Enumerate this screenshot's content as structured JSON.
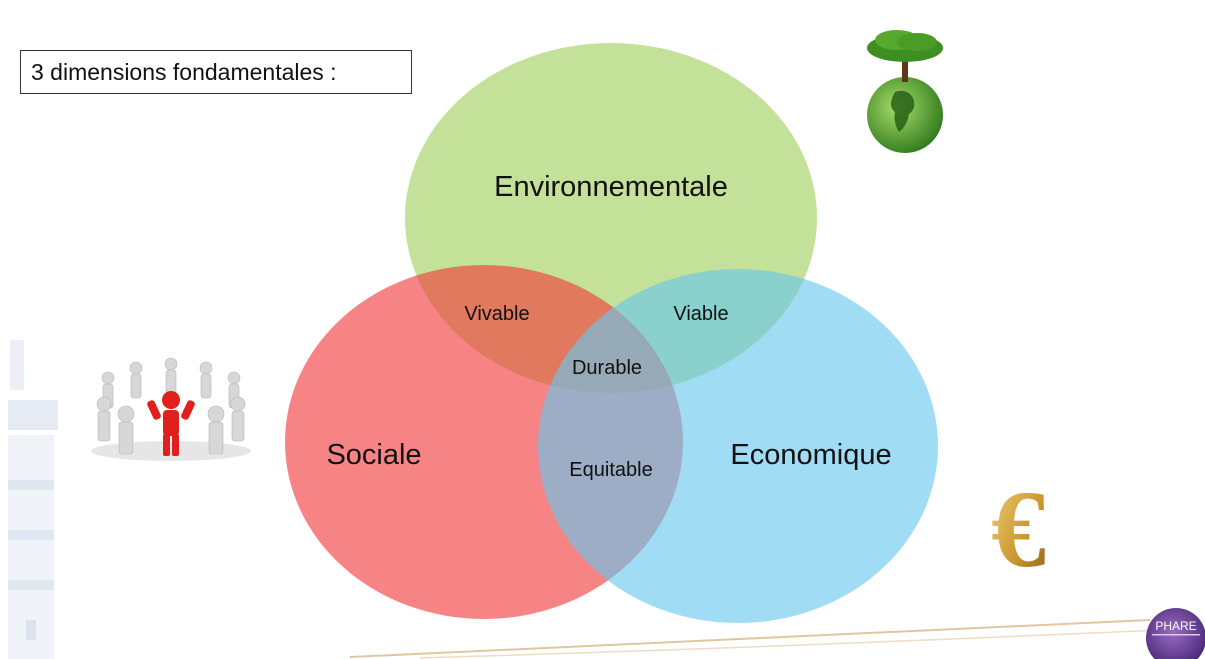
{
  "slide": {
    "title": "3 dimensions fondamentales :"
  },
  "venn": {
    "sets": [
      {
        "id": "environment",
        "label": "Environnementale",
        "color": "#9fcf5a"
      },
      {
        "id": "social",
        "label": "Sociale",
        "color": "#f2383a"
      },
      {
        "id": "economic",
        "label": "Economique",
        "color": "#66c6ee"
      }
    ],
    "overlaps": {
      "env_social": "Vivable",
      "env_economic": "Viable",
      "social_economic": "Equitable",
      "center": "Durable"
    }
  },
  "logo": {
    "text": "PHARE"
  },
  "icons": [
    "people-circle-icon",
    "earth-tree-icon",
    "euro-icon",
    "lighthouse-icon",
    "phare-logo-icon"
  ]
}
